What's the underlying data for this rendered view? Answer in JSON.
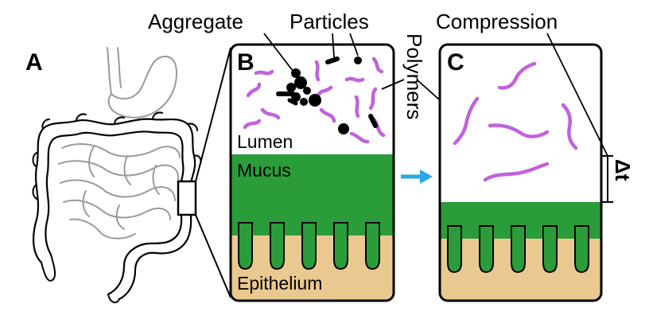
{
  "panels": {
    "a": {
      "letter": "A"
    },
    "b": {
      "letter": "B",
      "lumen_label": "Lumen",
      "mucus_label": "Mucus",
      "epithelium_label": "Epithelium"
    },
    "c": {
      "letter": "C",
      "delta_label": "Δt"
    }
  },
  "labels": {
    "aggregate": "Aggregate",
    "particles": "Particles",
    "polymers": "Polymers",
    "compression": "Compression"
  },
  "colors": {
    "mucus": "#2a9d3a",
    "epithelium": "#e9c98f",
    "polymer": "#c063dc",
    "arrow": "#2aa7e8",
    "organ_outline": "#9a9a9a"
  }
}
